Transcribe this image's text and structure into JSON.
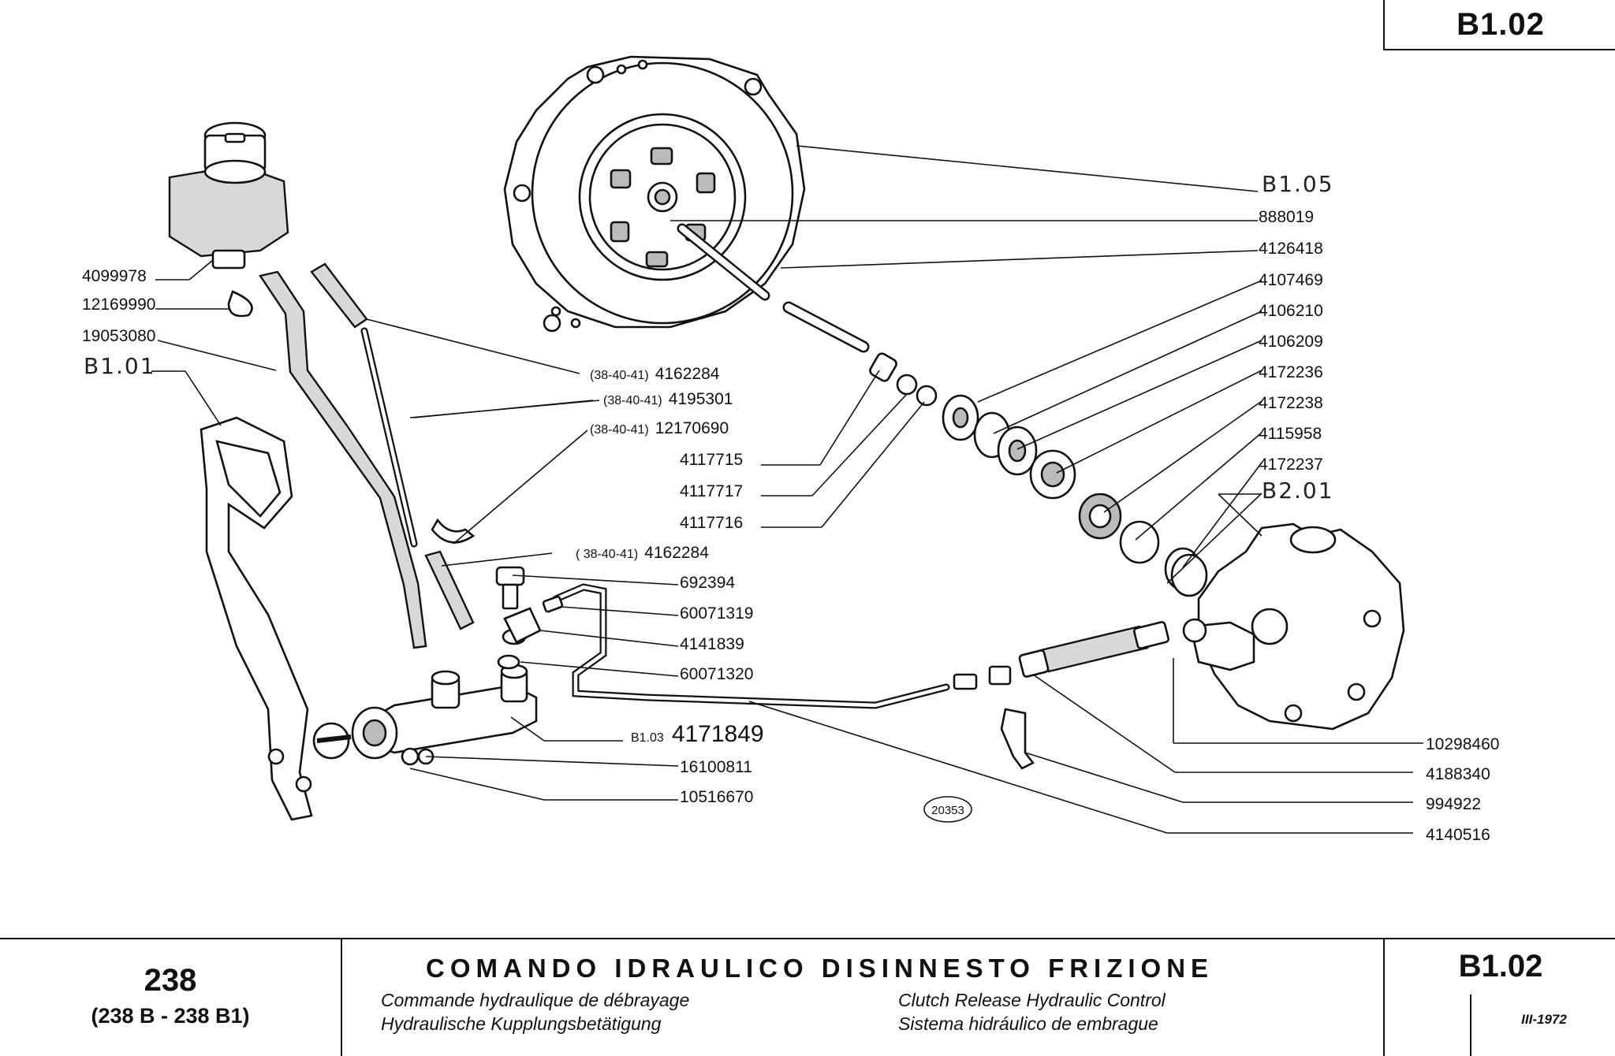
{
  "header": {
    "page_code": "B1.02"
  },
  "diagram": {
    "drawing_number": "20353",
    "refs": {
      "b105": "B1.05",
      "b101": "B1.01",
      "b201": "B2.01",
      "b103": "B1.03"
    },
    "parts_left": [
      {
        "number": "4099978"
      },
      {
        "number": "12169990"
      },
      {
        "number": "19053080"
      }
    ],
    "parts_middle": [
      {
        "prefix": "(38-40-41)",
        "number": "4162284"
      },
      {
        "prefix": "(38-40-41)",
        "number": "4195301"
      },
      {
        "prefix": "(38-40-41)",
        "number": "12170690"
      },
      {
        "number": "4117715"
      },
      {
        "number": "4117717"
      },
      {
        "number": "4117716"
      },
      {
        "prefix": "( 38-40-41)",
        "number": "4162284"
      },
      {
        "number": "692394"
      },
      {
        "number": "60071319"
      },
      {
        "number": "4141839"
      },
      {
        "number": "60071320"
      },
      {
        "number": "4171849"
      },
      {
        "number": "16100811"
      },
      {
        "number": "10516670"
      }
    ],
    "parts_right_top": [
      {
        "number": "888019"
      },
      {
        "number": "4126418"
      },
      {
        "number": "4107469"
      },
      {
        "number": "4106210"
      },
      {
        "number": "4106209"
      },
      {
        "number": "4172236"
      },
      {
        "number": "4172238"
      },
      {
        "number": "4115958"
      },
      {
        "number": "4172237"
      }
    ],
    "parts_right_bottom": [
      {
        "number": "10298460"
      },
      {
        "number": "4188340"
      },
      {
        "number": "994922"
      },
      {
        "number": "4140516"
      }
    ]
  },
  "footer": {
    "model": "238",
    "variants": "(238 B - 238 B1)",
    "title": "COMANDO IDRAULICO DISINNESTO FRIZIONE",
    "subtitle_fr": "Commande hydraulique de débrayage",
    "subtitle_de": "Hydraulische Kupplungsbetätigung",
    "subtitle_en": "Clutch Release Hydraulic Control",
    "subtitle_es": "Sistema hidráulico de embrague",
    "code": "B1.02",
    "date": "III-1972"
  }
}
